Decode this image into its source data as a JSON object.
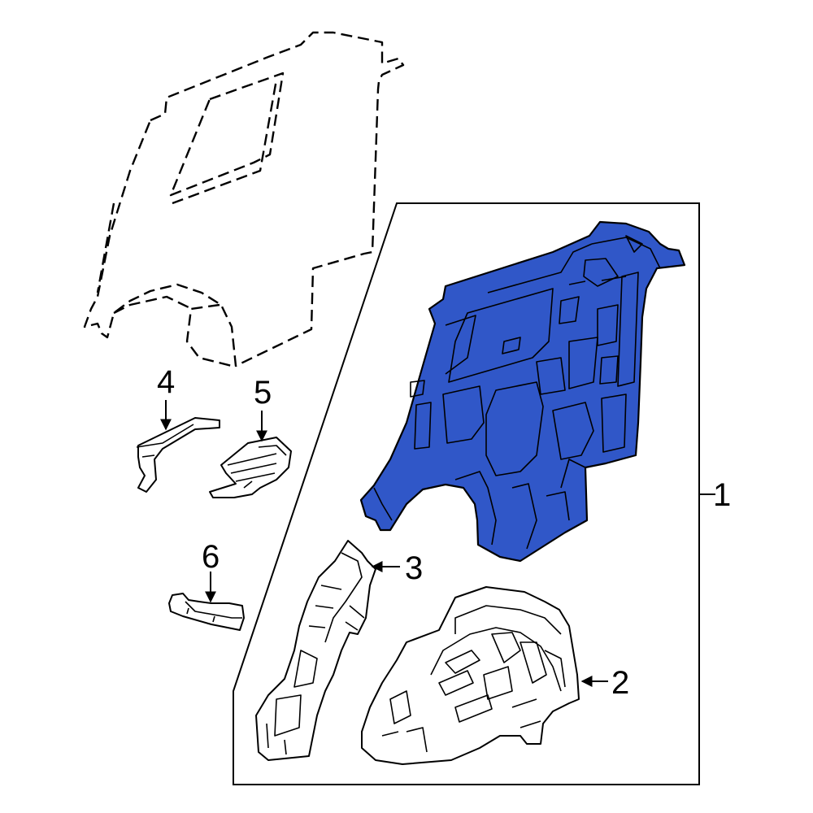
{
  "diagram": {
    "highlight_color": "#3057c8",
    "line_color": "#000000",
    "background_color": "#ffffff",
    "callouts": [
      {
        "id": "c1",
        "label": "1"
      },
      {
        "id": "c2",
        "label": "2"
      },
      {
        "id": "c3",
        "label": "3"
      },
      {
        "id": "c4",
        "label": "4"
      },
      {
        "id": "c5",
        "label": "5"
      },
      {
        "id": "c6",
        "label": "6"
      }
    ]
  }
}
